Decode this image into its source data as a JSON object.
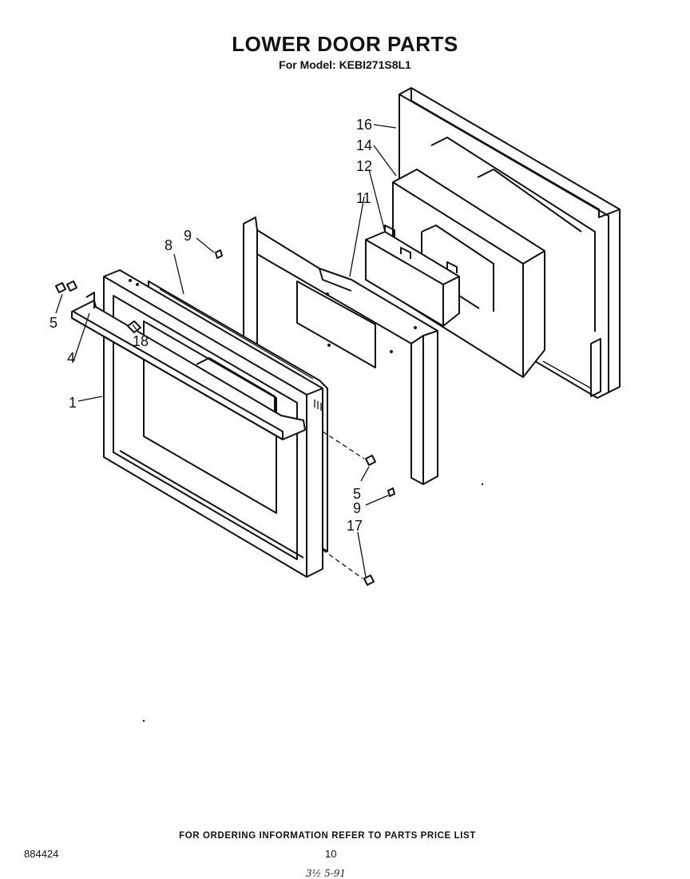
{
  "title": "LOWER DOOR PARTS",
  "subtitle": "For Model: KEBI271S8L1",
  "footer": {
    "ordering_note": "FOR ORDERING INFORMATION REFER TO PARTS PRICE LIST",
    "document_number": "884424",
    "page_number": "10",
    "handwritten_mark": "3½ 5-91"
  },
  "callouts": {
    "c16": "16",
    "c14": "14",
    "c12": "12",
    "c11": "11",
    "c9a": "9",
    "c8": "8",
    "c5a": "5",
    "c18": "18",
    "c4": "4",
    "c1": "1",
    "c5b": "5",
    "c9b": "9",
    "c17": "17"
  }
}
